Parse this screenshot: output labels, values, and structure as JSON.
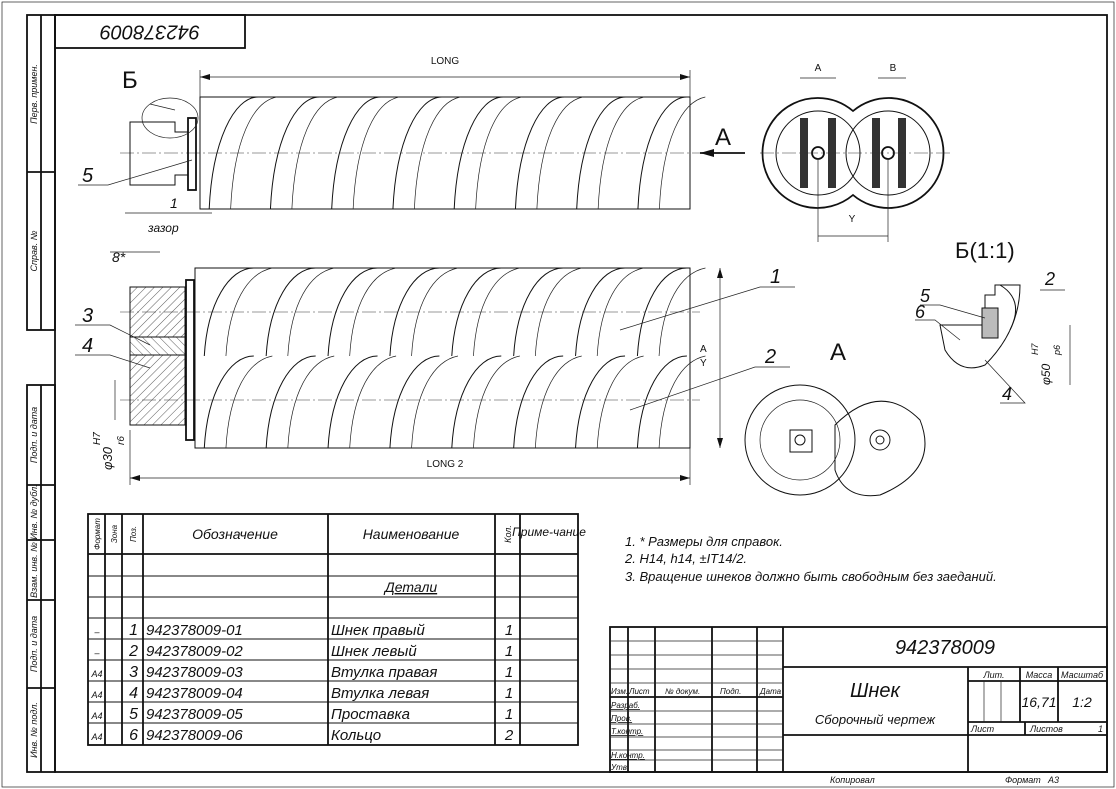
{
  "stamp_code": "942378009",
  "side_strip": [
    "Перв. примен.",
    "Справ. №",
    "Подп. и дата",
    "Инв. № дубл.",
    "Взам. инв. №",
    "Подп. и дата",
    "Инв. № подл."
  ],
  "top_view": {
    "long": "LONG",
    "section_label": "Б",
    "pos5": "5",
    "gap_value": "1",
    "gap_label": "зазор",
    "view_arrow": "А"
  },
  "end_view": {
    "dim_a": "A",
    "dim_b": "B",
    "dim_y": "Y"
  },
  "front_view": {
    "ref_dim": "8*",
    "pos3": "3",
    "pos4": "4",
    "dia": "φ30",
    "fit_top": "H7",
    "fit_bottom": "r6",
    "dim_a": "A",
    "dim_y": "Y",
    "long2": "LONG 2",
    "pos1": "1",
    "pos2": "2"
  },
  "view_a": {
    "label": "А"
  },
  "detail": {
    "label": "Б(1:1)",
    "pos5": "5",
    "pos6": "6",
    "pos2": "2",
    "pos4": "4",
    "dia": "φ50",
    "fit_top": "H7",
    "fit_bottom": "p6"
  },
  "spec_table": {
    "headers": [
      "Формат",
      "Зона",
      "Поз.",
      "Обозначение",
      "Наименование",
      "Кол.",
      "Приме-чание"
    ],
    "section": "Детали",
    "rows": [
      {
        "format": "–",
        "zone": "",
        "pos": "1",
        "designation": "942378009-01",
        "name": "Шнек правый",
        "qty": "1",
        "note": ""
      },
      {
        "format": "–",
        "zone": "",
        "pos": "2",
        "designation": "942378009-02",
        "name": "Шнек левый",
        "qty": "1",
        "note": ""
      },
      {
        "format": "A4",
        "zone": "",
        "pos": "3",
        "designation": "942378009-03",
        "name": "Втулка правая",
        "qty": "1",
        "note": ""
      },
      {
        "format": "A4",
        "zone": "",
        "pos": "4",
        "designation": "942378009-04",
        "name": "Втулка левая",
        "qty": "1",
        "note": ""
      },
      {
        "format": "A4",
        "zone": "",
        "pos": "5",
        "designation": "942378009-05",
        "name": "Проставка",
        "qty": "1",
        "note": ""
      },
      {
        "format": "A4",
        "zone": "",
        "pos": "6",
        "designation": "942378009-06",
        "name": "Кольцо",
        "qty": "2",
        "note": ""
      }
    ]
  },
  "notes": [
    "1. * Размеры для справок.",
    "2. H14, h14, ±IT14/2.",
    "3. Вращение шнеков должно быть свободным без заеданий."
  ],
  "title_block": {
    "designation": "942378009",
    "name": "Шнек",
    "doc_type": "Сборочный чертеж",
    "col_headers": [
      "Изм.",
      "Лист",
      "№ докум.",
      "Подп.",
      "Дата"
    ],
    "roles": [
      "Разраб.",
      "Пров.",
      "Т.контр.",
      "",
      "Н.контр.",
      "Утв."
    ],
    "lit_label": "Лит.",
    "mass_label": "Масса",
    "scale_label": "Масштаб",
    "mass": "16,71",
    "scale": "1:2",
    "sheet_label": "Лист",
    "sheets_label": "Листов",
    "sheets": "1",
    "copied": "Копировал",
    "format_label": "Формат",
    "format": "A3"
  }
}
